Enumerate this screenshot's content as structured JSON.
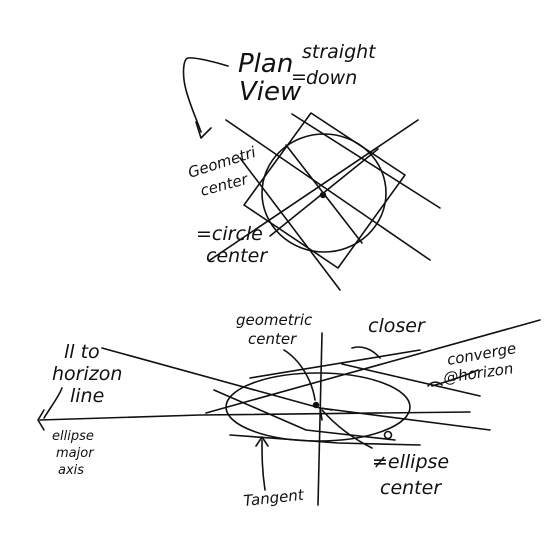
{
  "plan": {
    "title_line1": "Plan",
    "title_line2": "View",
    "equals": "=",
    "desc_line1": "straight",
    "desc_line2": "down",
    "geometric_line1": "Geometri",
    "geometric_line2": "center",
    "circle_line1": "=circle",
    "circle_line2": "center"
  },
  "perspective": {
    "geometric_line1": "geometric",
    "geometric_line2": "center",
    "closer": "closer",
    "converge_line1": "converge",
    "converge_line2": "@horizon",
    "parallel_line1": "ll to",
    "parallel_line2": "horizon",
    "parallel_line3": "line",
    "major_line1": "ellipse",
    "major_line2": "major",
    "major_line3": "axis",
    "ellipse_center_line1": "≠ellipse",
    "ellipse_center_line2": "center",
    "tangent": "Tangent"
  },
  "colors": {
    "ink": "#111111",
    "paper": "#ffffff"
  }
}
